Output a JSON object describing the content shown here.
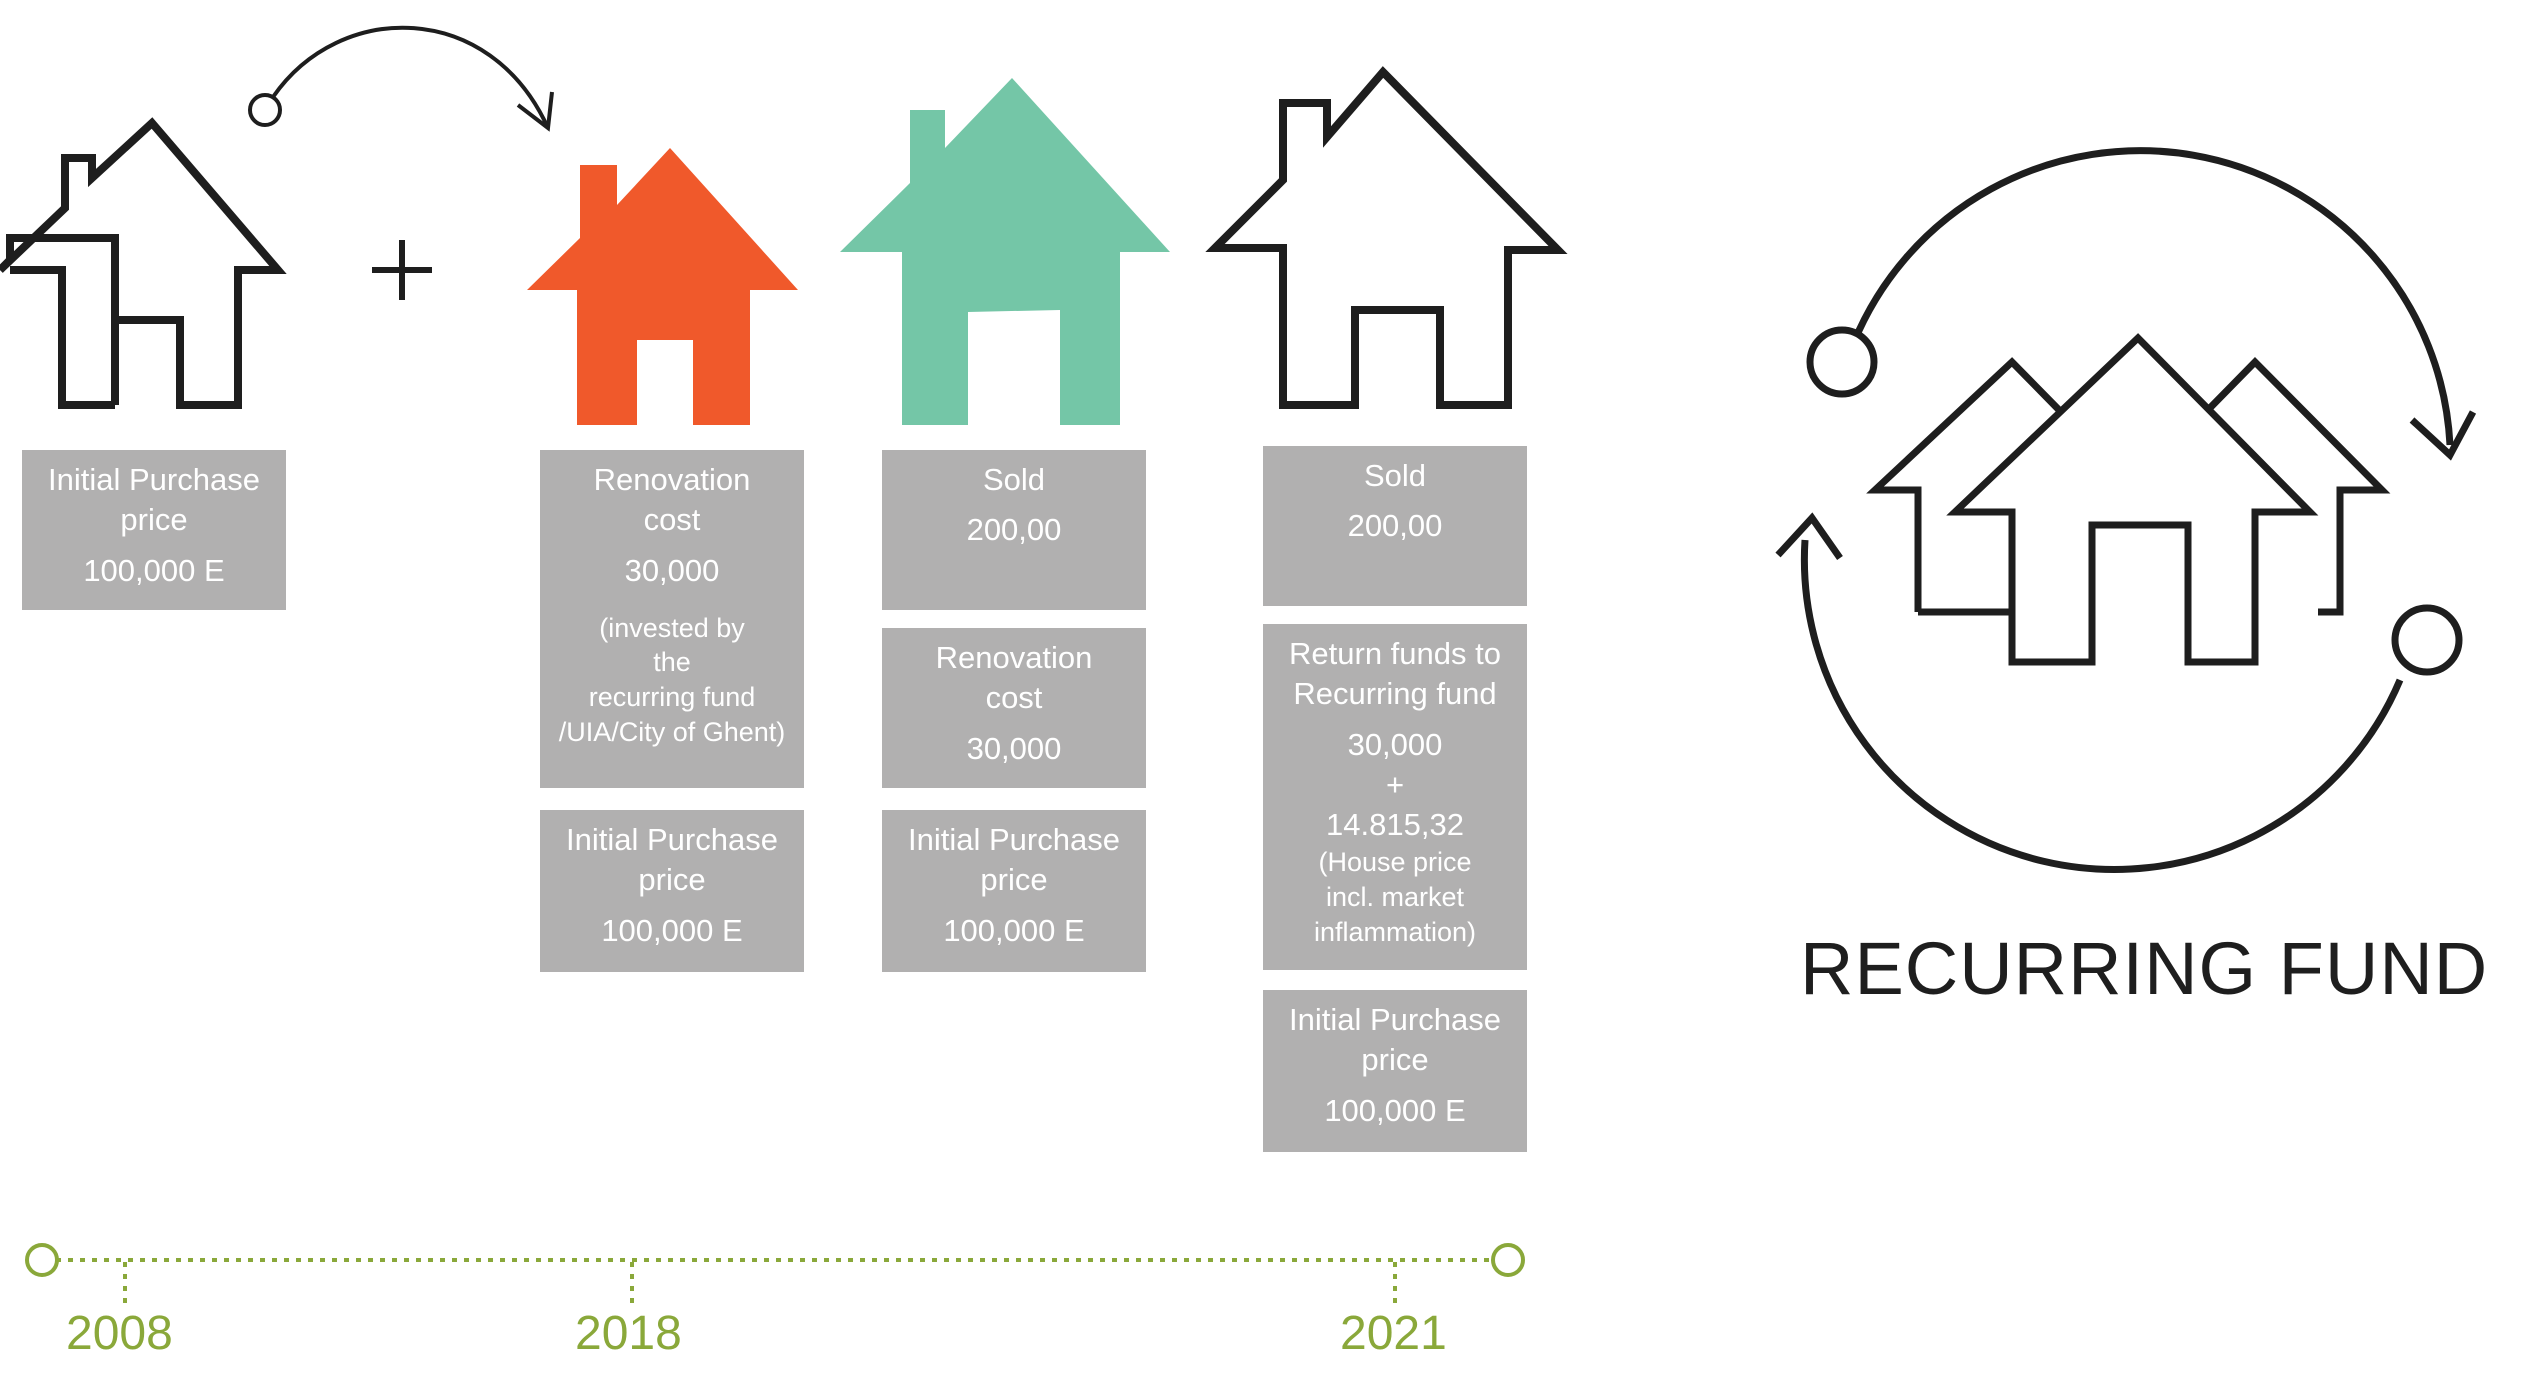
{
  "colors": {
    "outline": "#1e1e1e",
    "renovated_house": "#f0592b",
    "sold_house": "#74c6a7",
    "box_fill": "#b1b0b0",
    "box_text": "#ffffff",
    "timeline": "#8aa83a"
  },
  "icons": {
    "plus": "plus-icon",
    "transfer_arrow": "curved-arrow-icon",
    "houses": "house-icon",
    "fund": "recurring-houses-icon"
  },
  "columns": [
    {
      "house": "outline",
      "boxes": [
        {
          "label": "Initial Purchase\nprice",
          "value": "100,000 E"
        }
      ]
    },
    {
      "house": "renovated",
      "boxes": [
        {
          "label": "Renovation\ncost",
          "value": "30,000",
          "note": "(invested by\nthe\nrecurring fund\n/UIA/City of Ghent)"
        },
        {
          "label": "Initial Purchase\nprice",
          "value": "100,000 E"
        }
      ]
    },
    {
      "house": "sold",
      "boxes": [
        {
          "label": "Sold",
          "value": "200,00"
        },
        {
          "label": "Renovation\ncost",
          "value": "30,000"
        },
        {
          "label": "Initial Purchase\nprice",
          "value": "100,000 E"
        }
      ]
    },
    {
      "house": "outline",
      "boxes": [
        {
          "label": "Sold",
          "value": "200,00"
        },
        {
          "label": "Return funds to\nRecurring fund",
          "value": "30,000\n+\n14.815,32",
          "note": "(House price\nincl. market\ninflammation)"
        },
        {
          "label": "Initial Purchase\nprice",
          "value": "100,000 E"
        }
      ]
    }
  ],
  "timeline": {
    "years": [
      "2008",
      "2018",
      "2021"
    ]
  },
  "fund": {
    "title": "RECURRING FUND"
  }
}
